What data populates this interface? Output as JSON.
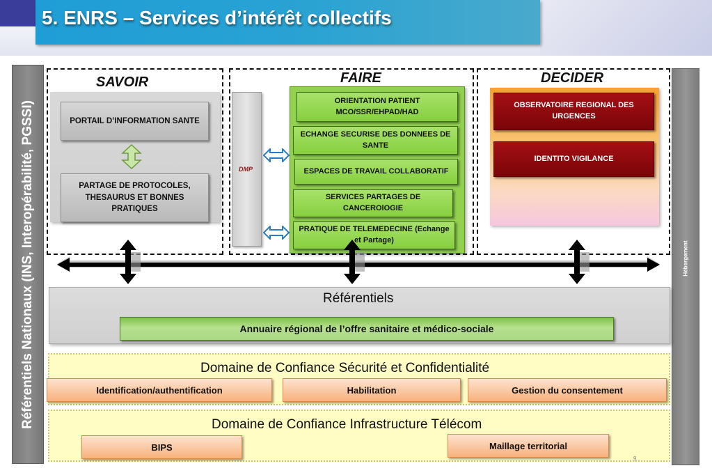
{
  "title": "5. ENRS – Services d’intérêt collectifs",
  "left_label": "Référentiels Nationaux (INS, Interopérabilité, PGSSI)",
  "right_label": "Hébergement",
  "savoir": {
    "title": "SAVOIR",
    "portail": "PORTAIL D’INFORMATION SANTE",
    "partage": "PARTAGE DE PROTOCOLES, THESAURUS ET BONNES PRATIQUES"
  },
  "faire": {
    "title": "FAIRE",
    "dmp": "DMP",
    "items": [
      "ORIENTATION PATIENT MCO/SSR/EHPAD/HAD",
      "ECHANGE SECURISE DES DONNEES DE SANTE",
      "ESPACES DE TRAVAIL COLLABORATIF",
      "SERVICES PARTAGES DE CANCEROlOGIE",
      "PRATIQUE DE TELEMEDECINE (Echange et Partage)"
    ]
  },
  "decider": {
    "title": "DECIDER",
    "items": [
      "OBSERVATOIRE REGIONAL DES URGENCES",
      "IDENTITO VIGILANCE"
    ]
  },
  "referentiels": {
    "title": "Référentiels",
    "annuaire": "Annuaire régional de l’offre sanitaire et médico-sociale"
  },
  "securite": {
    "title": "Domaine de Confiance Sécurité et Confidentialité",
    "items": [
      "Identification/authentification",
      "Habilitation",
      "Gestion du consentement"
    ]
  },
  "telecom": {
    "title": "Domaine de Confiance Infrastructure Télécom",
    "items": [
      "BIPS",
      "Maillage territorial"
    ]
  },
  "page_number": "9",
  "colors": {
    "title_bar": "#1f9dd6",
    "green": "#92d050",
    "red": "#8b0b0f",
    "orange": "#f8b17c",
    "yellow": "#fffdc4",
    "gray": "#8e8e8e"
  }
}
